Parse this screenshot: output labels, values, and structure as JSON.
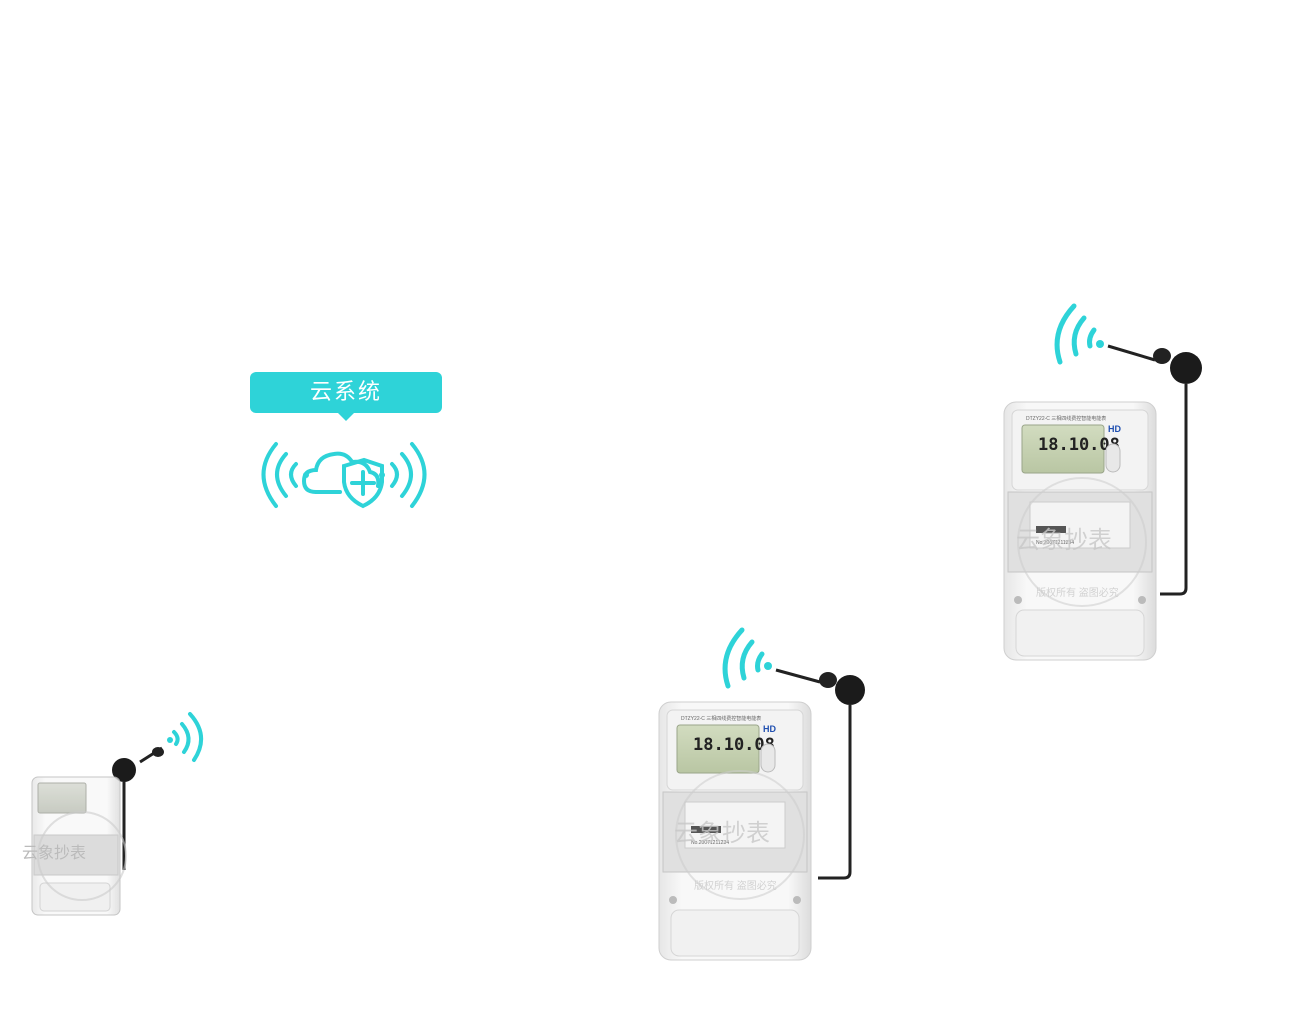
{
  "cloud": {
    "label": "云系统",
    "icon": "cloud-shield-icon",
    "accent_color": "#2ed3d8"
  },
  "meters": [
    {
      "id": "meter-top-right",
      "model_label": "DTZY22-C 三相四线费控智能电能表",
      "display": "18.10.08",
      "brand": "HD",
      "serial": "No.20071211234"
    },
    {
      "id": "meter-center",
      "model_label": "DTZY22-C 三相四线费控智能电能表",
      "display": "18.10.08",
      "brand": "HD",
      "serial": "No.20071211234"
    },
    {
      "id": "meter-left-small",
      "display": ""
    }
  ],
  "watermark": {
    "text": "云象抄表",
    "sub_text": "版权所有 盗图必究"
  },
  "icons": [
    "wifi-signal-icon",
    "antenna-icon"
  ]
}
